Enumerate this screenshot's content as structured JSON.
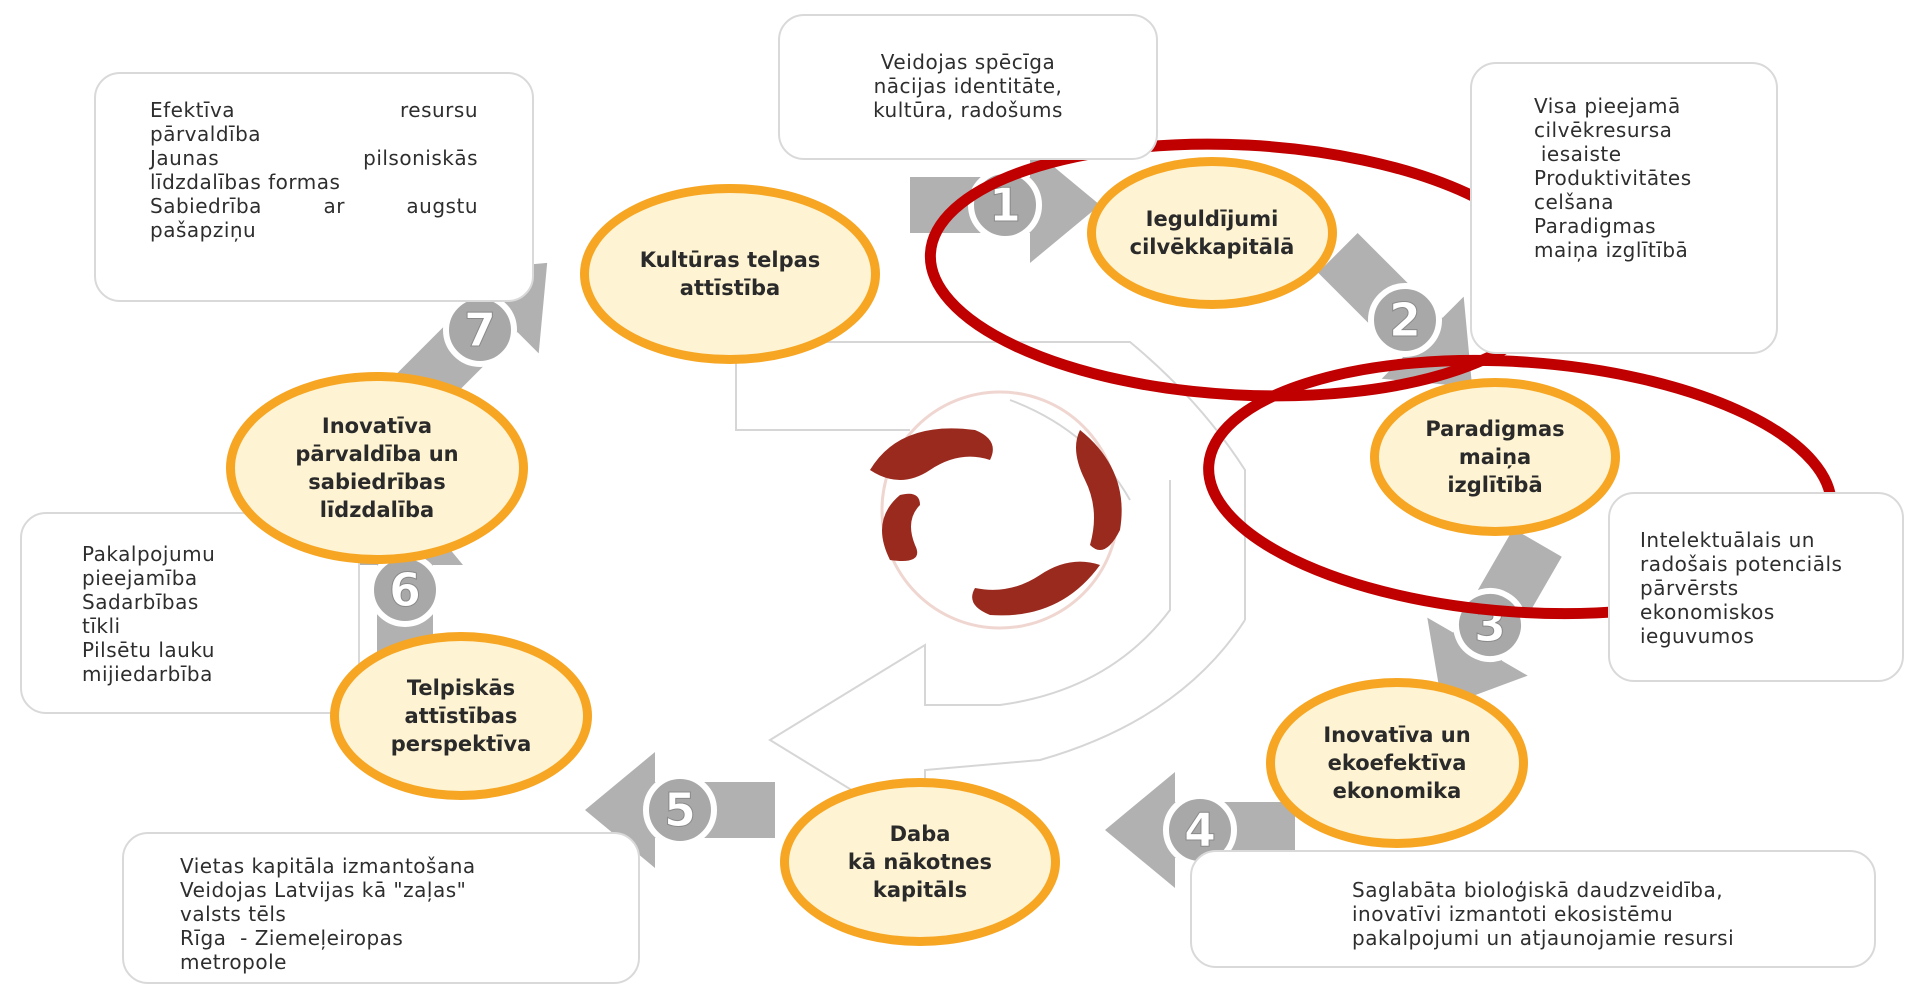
{
  "steps": [
    {
      "number": "1",
      "title_lines": [
        "Ieguldījumi",
        "cilvēkkapitālā"
      ]
    },
    {
      "number": "2",
      "title_lines": [
        "Paradigmas",
        "maiņa",
        "izglītībā"
      ]
    },
    {
      "number": "3",
      "title_lines": [
        "Inovatīva un",
        "ekoefektīva",
        "ekonomika"
      ]
    },
    {
      "number": "4",
      "title_lines": [
        "Daba",
        "kā nākotnes",
        "kapitāls"
      ]
    },
    {
      "number": "5",
      "title_lines": [
        "Telpiskās",
        "attīstības",
        "perspektīva"
      ]
    },
    {
      "number": "6",
      "title_lines": [
        "Inovatīva",
        "pārvaldība un",
        "sabiedrības",
        "līdzdalība"
      ]
    },
    {
      "number": "7",
      "title_lines": [
        "Kultūras telpas",
        "attīstība"
      ]
    }
  ],
  "notes": {
    "culture": [
      "Veidojas spēcīga",
      "nācijas identitāte,",
      "kultūra, radošums"
    ],
    "human_capital": [
      "Visa pieejamā",
      "cilvēkresursa",
      " iesaiste",
      "Produktivitātes",
      "celšana",
      "Paradigmas",
      "maiņa izglītībā"
    ],
    "intellectual": [
      "Intelektuālais un",
      "radošais potenciāls",
      "pārvērsts",
      "ekonomiskos",
      "ieguvumos"
    ],
    "biodiversity": [
      "Saglabāta bioloģiskā daudzveidība,",
      "inovatīvi izmantoti ekosistēmu",
      "pakalpojumi un atjaunojamie resursi"
    ],
    "place_capital": [
      "Vietas kapitāla izmantošana",
      "Veidojas Latvijas kā \"zaļas\"",
      "valsts tēls",
      "Rīga  - Ziemeļeiropas",
      "metropole"
    ],
    "services": [
      "Pakalpojumu",
      "pieejamība",
      "Sadarbības",
      "tīkli",
      "Pilsētu lauku",
      "mijiedarbība"
    ],
    "governance": [
      "Efektīva resursu",
      "pārvaldība",
      "Jaunas pilsoniskās",
      "līdzdalības formas",
      "Sabiedrība ar augstu",
      "pašapziņu"
    ]
  },
  "colors": {
    "node_fill": "#fef3d2",
    "node_border": "#f6a623",
    "arrow_gray": "#a8a8a8",
    "highlight_red": "#c00000",
    "logo_red": "#9b2a1e"
  }
}
